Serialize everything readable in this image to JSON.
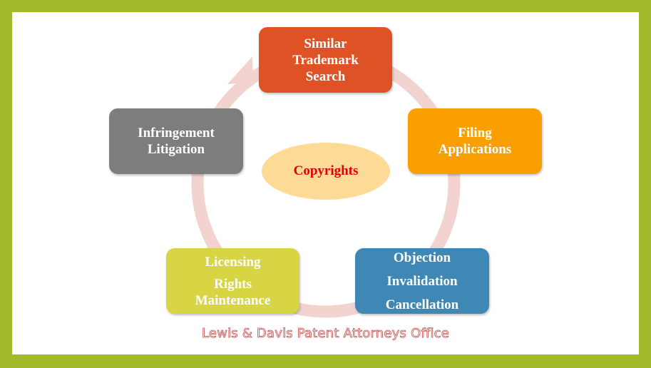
{
  "diagram": {
    "center": "Copyrights",
    "steps": [
      {
        "id": "search",
        "lines": [
          "Similar",
          "Trademark",
          "Search"
        ],
        "color": "#de5226"
      },
      {
        "id": "filing",
        "lines": [
          "Filing",
          "Applications"
        ],
        "color": "#f9a000"
      },
      {
        "id": "objection",
        "lines": [
          "Objection",
          "Invalidation",
          "Cancellation"
        ],
        "color": "#3f88b6"
      },
      {
        "id": "licensing",
        "lines": [
          "Licensing",
          "Rights",
          "Maintenance"
        ],
        "color": "#d8d545"
      },
      {
        "id": "infringement",
        "lines": [
          "Infringement",
          "Litigation"
        ],
        "color": "#7d7d7d"
      }
    ],
    "cycle_arrow_color": "#f2d3cf",
    "center_color": "#fddb96",
    "frame_color": "#a0ba2c"
  },
  "footer": {
    "text": "Lewis & Davis Patent Attorneys Office"
  }
}
